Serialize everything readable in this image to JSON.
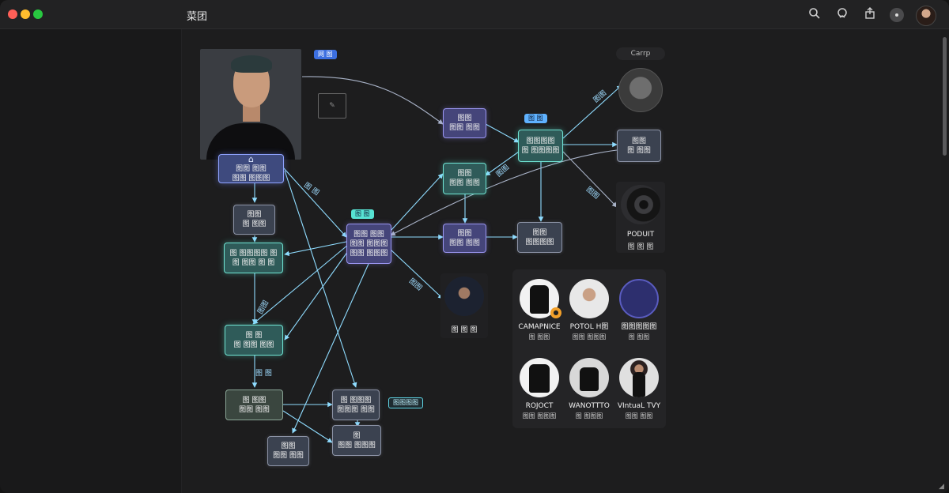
{
  "window": {
    "title": "菜团"
  },
  "toolbar": {
    "icons": [
      "search-icon",
      "chat-icon",
      "share-icon",
      "more-icon",
      "user-avatar"
    ]
  },
  "graph": {
    "chips": {
      "top_left": "网 图",
      "mid_right": "图 图",
      "center": "图 图",
      "side_tag": "图图图图"
    },
    "edge_labels": [
      "图 图",
      "图图",
      "图 图",
      "图图",
      "图图",
      "图图",
      "图图"
    ],
    "nodes": {
      "home": [
        "图图 图图",
        "图图 图图图"
      ],
      "small_a": [
        "图图",
        "图 图图"
      ],
      "list_a": [
        "图 图图图图 图",
        "图 图图 图 图"
      ],
      "mid_teal": [
        "图 图",
        "图 图图 图图"
      ],
      "bottom_left": [
        "图 图图",
        "图图 图图"
      ],
      "bottom_left_b": [
        "图图",
        "图图 图图"
      ],
      "center_hub": [
        "图图 图图",
        "图图 图图图",
        "图图 图图图"
      ],
      "bottom_mid": [
        "图 图图图",
        "图图图 图图"
      ],
      "bottom_mid_b": [
        "图",
        "图图 图图图"
      ],
      "top_purple": [
        "图图",
        "图图 图图"
      ],
      "teal_b": [
        "图图",
        "图图 图图"
      ],
      "purple_b": [
        "图图",
        "图图 图图"
      ],
      "teal_c": [
        "图图图图",
        "图 图图图图"
      ],
      "slate_b": [
        "图图",
        "图图图图"
      ],
      "right_blue": [
        "图图",
        "图 图图"
      ]
    },
    "sketch_label": "Carrp",
    "camera_title": "PODUIT",
    "camera_sub": "图 图 图",
    "person_label": "图 图 图"
  },
  "catalog": {
    "items": [
      {
        "title": "CAMAPNICE",
        "sub": "图 图图"
      },
      {
        "title": "POTOL H图",
        "sub": "图图 图图图"
      },
      {
        "title": "图图图图图",
        "sub": "图 图图"
      },
      {
        "title": "ROJOCT",
        "sub": "图图 图图图"
      },
      {
        "title": "WANOTTTO",
        "sub": "图 图图图"
      },
      {
        "title": "VIntuaL TVY",
        "sub": "图图 图图"
      }
    ]
  }
}
